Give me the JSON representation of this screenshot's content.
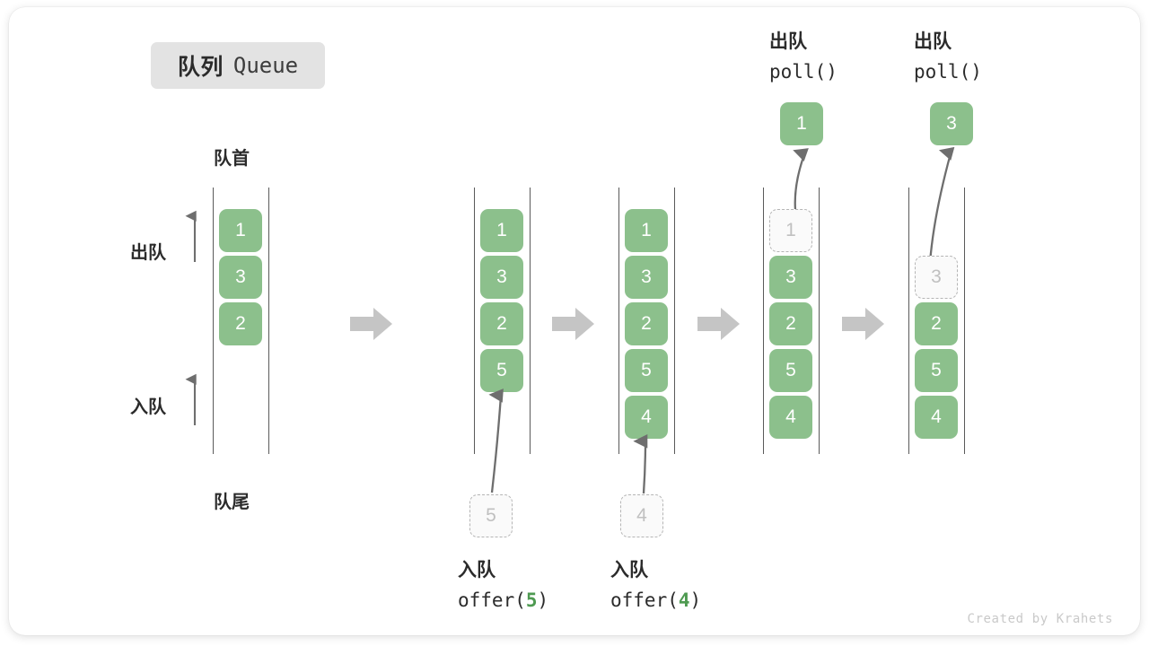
{
  "title": {
    "cn": "队列",
    "en": "Queue"
  },
  "labels": {
    "front": "队首",
    "rear": "队尾",
    "dequeue": "出队",
    "enqueue": "入队"
  },
  "footer": "Created by Krahets",
  "colors": {
    "cell_fill": "#8cc08c",
    "cell_text": "#ffffff",
    "ghost_fill": "#fafafa",
    "ghost_border": "#b5b5b5",
    "ghost_text": "#c0c0c0",
    "rail": "#5a5a5a",
    "arrow": "#6e6e6e",
    "step_arrow": "#c5c5c5",
    "badge_bg": "#e3e3e3",
    "text": "#2b2b2b",
    "accent_green": "#4e9a51"
  },
  "steps": [
    {
      "id": "initial",
      "cells": [
        "1",
        "3",
        "2"
      ],
      "ghost": null,
      "caption": null,
      "result": null
    },
    {
      "id": "offer-5",
      "cells": [
        "1",
        "3",
        "2",
        "5"
      ],
      "ghost": {
        "value": "5",
        "position": "below"
      },
      "caption": {
        "line1": "入队",
        "op": "offer(",
        "arg": "5",
        "close": ")"
      },
      "result": null
    },
    {
      "id": "offer-4",
      "cells": [
        "1",
        "3",
        "2",
        "5",
        "4"
      ],
      "ghost": {
        "value": "4",
        "position": "below"
      },
      "caption": {
        "line1": "入队",
        "op": "offer(",
        "arg": "4",
        "close": ")"
      },
      "result": null
    },
    {
      "id": "poll-1",
      "cells": [
        "3",
        "2",
        "5",
        "4"
      ],
      "ghost": {
        "value": "1",
        "position": "slot0"
      },
      "caption": null,
      "result": {
        "line1": "出队",
        "op": "poll()",
        "value": "1"
      }
    },
    {
      "id": "poll-3",
      "cells": [
        "2",
        "5",
        "4"
      ],
      "ghost": {
        "value": "3",
        "position": "slot1"
      },
      "caption": null,
      "result": {
        "line1": "出队",
        "op": "poll()",
        "value": "3"
      }
    }
  ],
  "step_arrows": [
    {
      "name": "step-arrow-1"
    },
    {
      "name": "step-arrow-2"
    },
    {
      "name": "step-arrow-3"
    },
    {
      "name": "step-arrow-4"
    }
  ]
}
